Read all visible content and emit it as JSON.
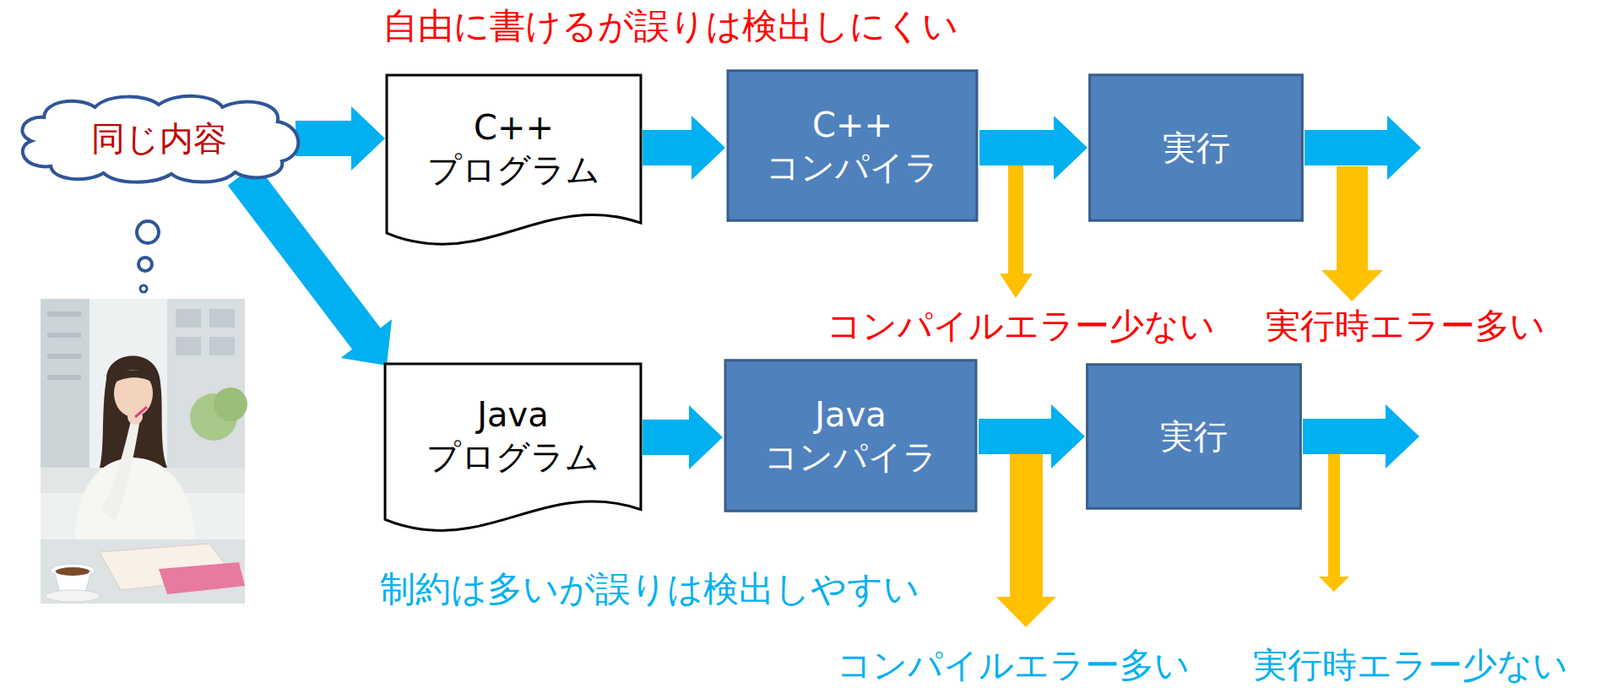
{
  "diagram": {
    "nodes": [
      {
        "text": [
          "同じ内容"
        ]
      },
      {
        "text": [
          "C++ プログラム"
        ]
      },
      {
        "text": [
          "C++ コンパイラ"
        ]
      },
      {
        "text": [
          "実行"
        ]
      },
      {
        "text": [
          "Java プログラム"
        ]
      },
      {
        "text": [
          "Java コンパイラ"
        ]
      },
      {
        "text": [
          "実行"
        ]
      }
    ],
    "edges": [
      {
        "from": 0,
        "to": 1,
        "arrow": "to"
      },
      {
        "from": 0,
        "to": 4,
        "arrow": "to"
      },
      {
        "from": 1,
        "to": 2,
        "arrow": "to"
      },
      {
        "from": 2,
        "to": 3,
        "arrow": "to"
      },
      {
        "from": 4,
        "to": 5,
        "arrow": "to"
      },
      {
        "from": 5,
        "to": 6,
        "arrow": "to"
      }
    ],
    "labels": [
      "自由に書けるが誤りは検出しにくい",
      "コンパイルエラー少ない",
      "実行時エラー多い",
      "制約は多いが誤りは検出しやすい",
      "コンパイルエラー多い",
      "実行時エラー少ない"
    ]
  }
}
